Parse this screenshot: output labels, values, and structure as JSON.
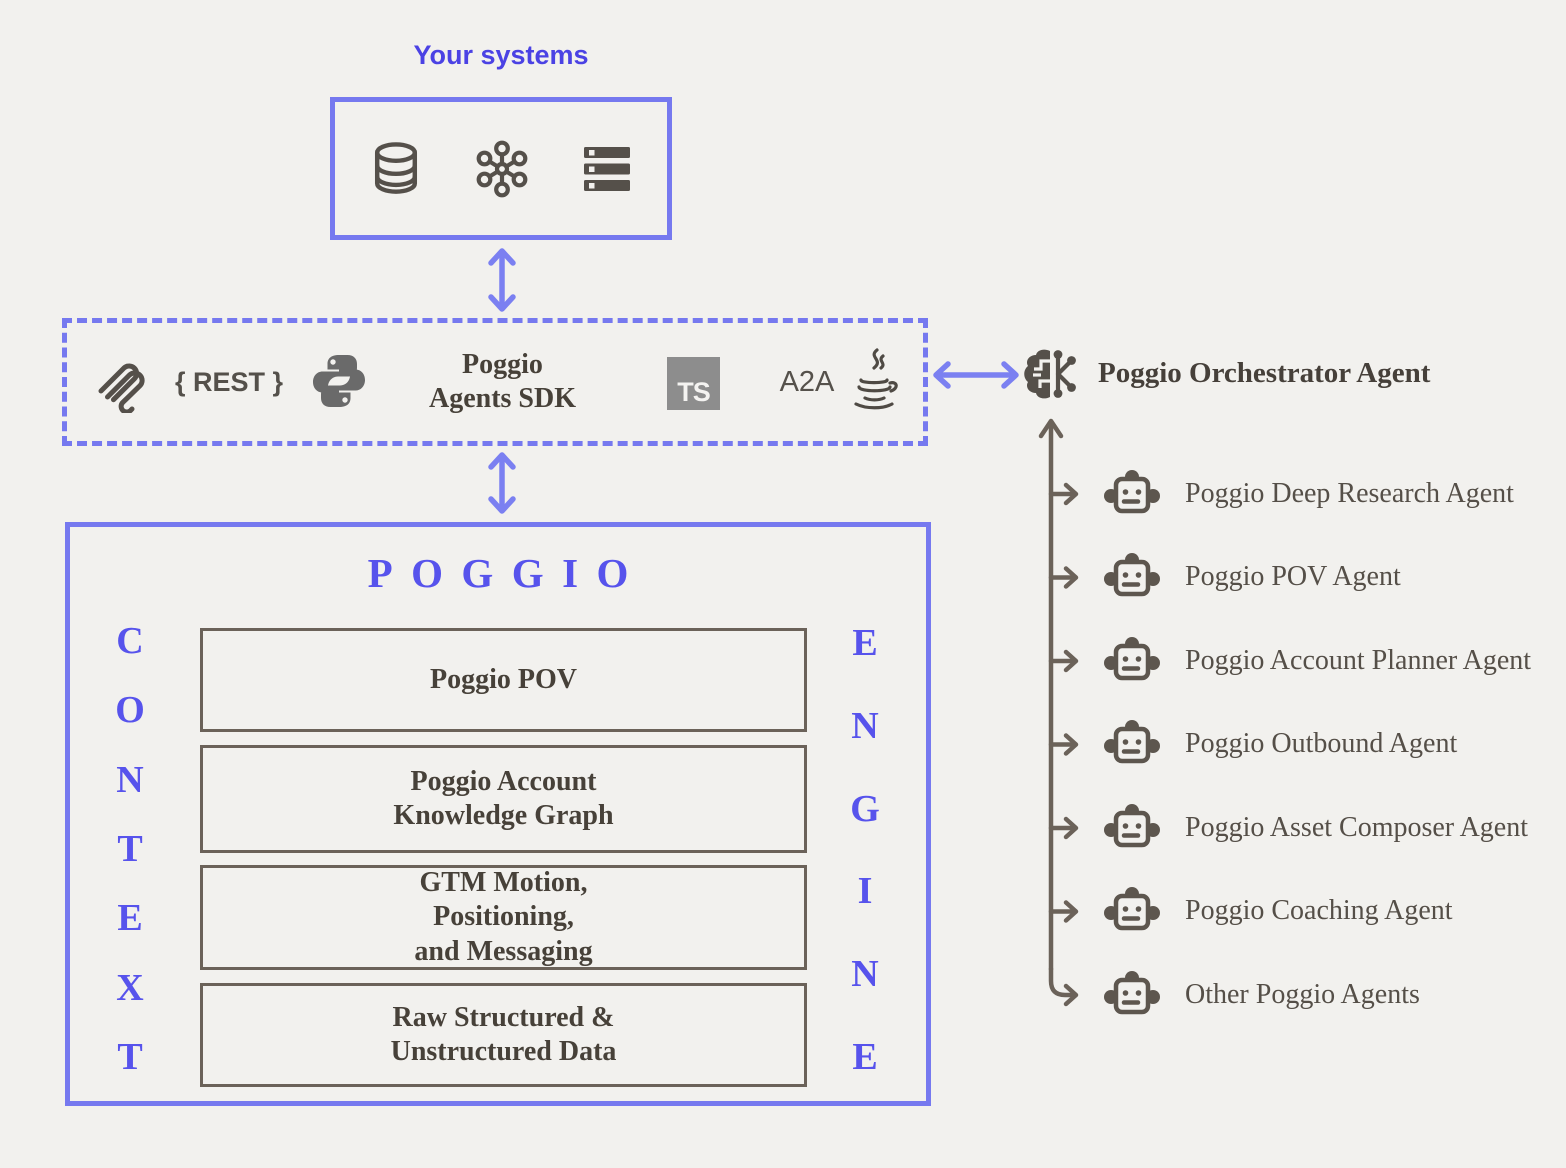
{
  "colors": {
    "background": "#f2f1ee",
    "accent_blue_border": "#7679ef",
    "vivid_blue_text": "#4b42e4",
    "poggio_blue": "#5753ec",
    "dark_serif_text": "#474139",
    "icon_gray": "#55504a",
    "tree_gray": "#6b6259",
    "ts_badge_gray": "#8d8d8d"
  },
  "your_systems": {
    "label": "Your systems",
    "icons": [
      "database-icon",
      "hub-icon",
      "server-icon"
    ]
  },
  "sdk_box": {
    "title": "Poggio\nAgents SDK",
    "rest_label": "{ REST }",
    "ts_label": "TS",
    "a2a_label": "A2A",
    "icons": [
      "mcp-icon",
      "python-icon",
      "typescript-icon",
      "java-icon"
    ]
  },
  "orchestrator": {
    "label": "Poggio Orchestrator Agent",
    "icon": "brain-circuit-icon"
  },
  "agents": [
    {
      "label": "Poggio Deep Research Agent"
    },
    {
      "label": "Poggio POV Agent"
    },
    {
      "label": "Poggio Account Planner Agent"
    },
    {
      "label": "Poggio Outbound Agent"
    },
    {
      "label": "Poggio Asset Composer Agent"
    },
    {
      "label": "Poggio Coaching Agent"
    },
    {
      "label": "Other Poggio Agents"
    }
  ],
  "poggio": {
    "title": "POGGIO",
    "context_label": "CONTEXT",
    "engine_label": "ENGINE",
    "context_letters": [
      "C",
      "O",
      "N",
      "T",
      "E",
      "X",
      "T"
    ],
    "engine_letters": [
      "E",
      "N",
      "G",
      "I",
      "N",
      "E"
    ],
    "layers": [
      {
        "label": "Poggio POV"
      },
      {
        "label": "Poggio Account\nKnowledge Graph"
      },
      {
        "label": "GTM Motion,\nPositioning,\nand Messaging"
      },
      {
        "label": "Raw Structured &\nUnstructured Data"
      }
    ]
  }
}
